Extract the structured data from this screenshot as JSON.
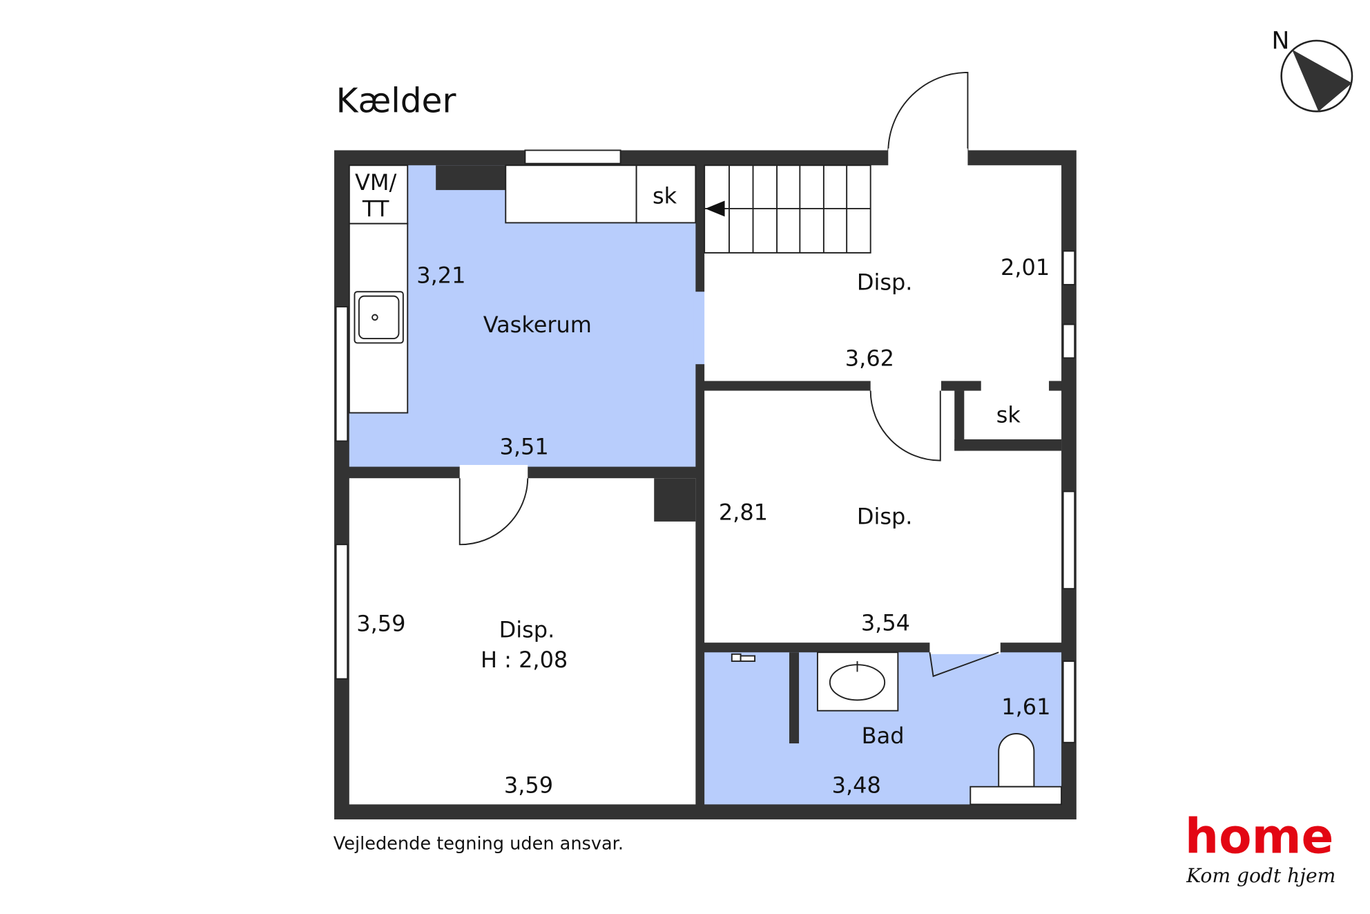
{
  "title": "Kælder",
  "disclaimer": "Vejledende tegning uden ansvar.",
  "compass": {
    "label": "N"
  },
  "rooms": {
    "vaskerum": {
      "name": "Vaskerum",
      "dim1": "3,21",
      "dim2": "3,51",
      "vm_tt_line1": "VM/",
      "vm_tt_line2": "TT",
      "sk": "sk"
    },
    "disp_stairs": {
      "name": "Disp.",
      "dim1": "2,01",
      "dim2": "3,62"
    },
    "disp_middle": {
      "name": "Disp.",
      "dim1": "2,81",
      "dim2": "3,54",
      "sk": "sk"
    },
    "disp_left": {
      "name": "Disp.",
      "height": "H : 2,08",
      "dim1": "3,59",
      "dim2": "3,59"
    },
    "bad": {
      "name": "Bad",
      "dim1": "1,61",
      "dim2": "3,48"
    }
  },
  "logo": {
    "brand": "home",
    "tagline": "Kom godt hjem"
  },
  "colors": {
    "wall": "#333333",
    "wet_room": "#b8cdfc",
    "brand": "#e30613"
  }
}
